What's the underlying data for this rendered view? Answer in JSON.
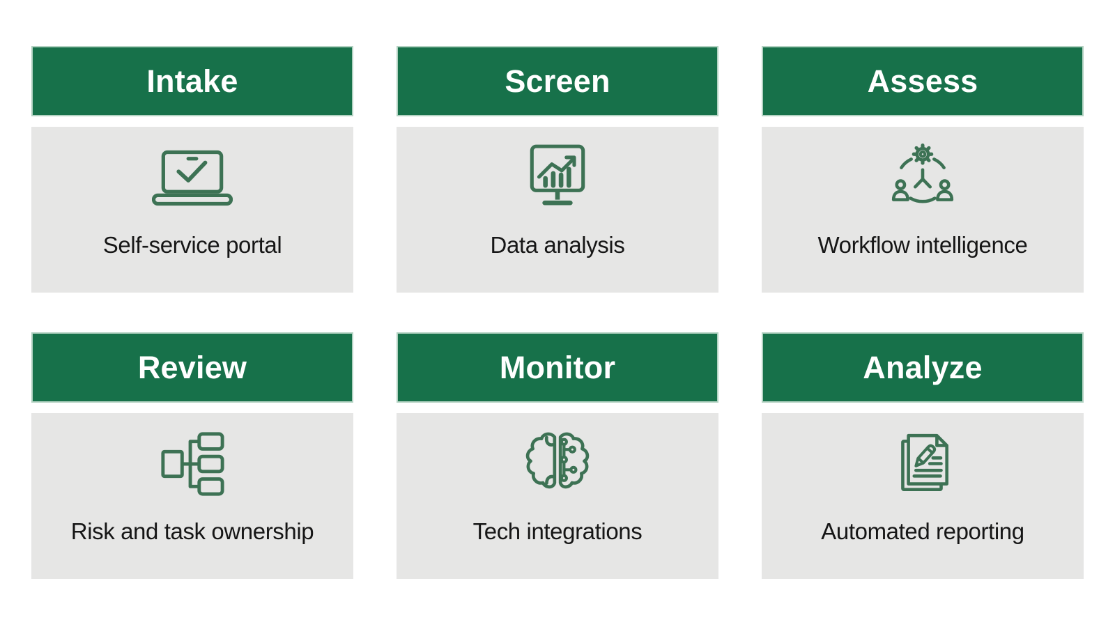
{
  "colors": {
    "header_green": "#17714a",
    "header_border": "#b3d2c2",
    "body_gray": "#e6e6e5",
    "icon_green": "#3d7254",
    "header_text": "#ffffff",
    "label_text": "#161616"
  },
  "cards": [
    {
      "title": "Intake",
      "label": "Self-service portal",
      "icon": "laptop-check-icon"
    },
    {
      "title": "Screen",
      "label": "Data analysis",
      "icon": "monitor-chart-icon"
    },
    {
      "title": "Assess",
      "label": "Workflow intelligence",
      "icon": "people-gear-workflow-icon"
    },
    {
      "title": "Review",
      "label": "Risk and task ownership",
      "icon": "hierarchy-boxes-icon"
    },
    {
      "title": "Monitor",
      "label": "Tech integrations",
      "icon": "brain-circuit-icon"
    },
    {
      "title": "Analyze",
      "label": "Automated reporting",
      "icon": "document-pencil-icon"
    }
  ]
}
